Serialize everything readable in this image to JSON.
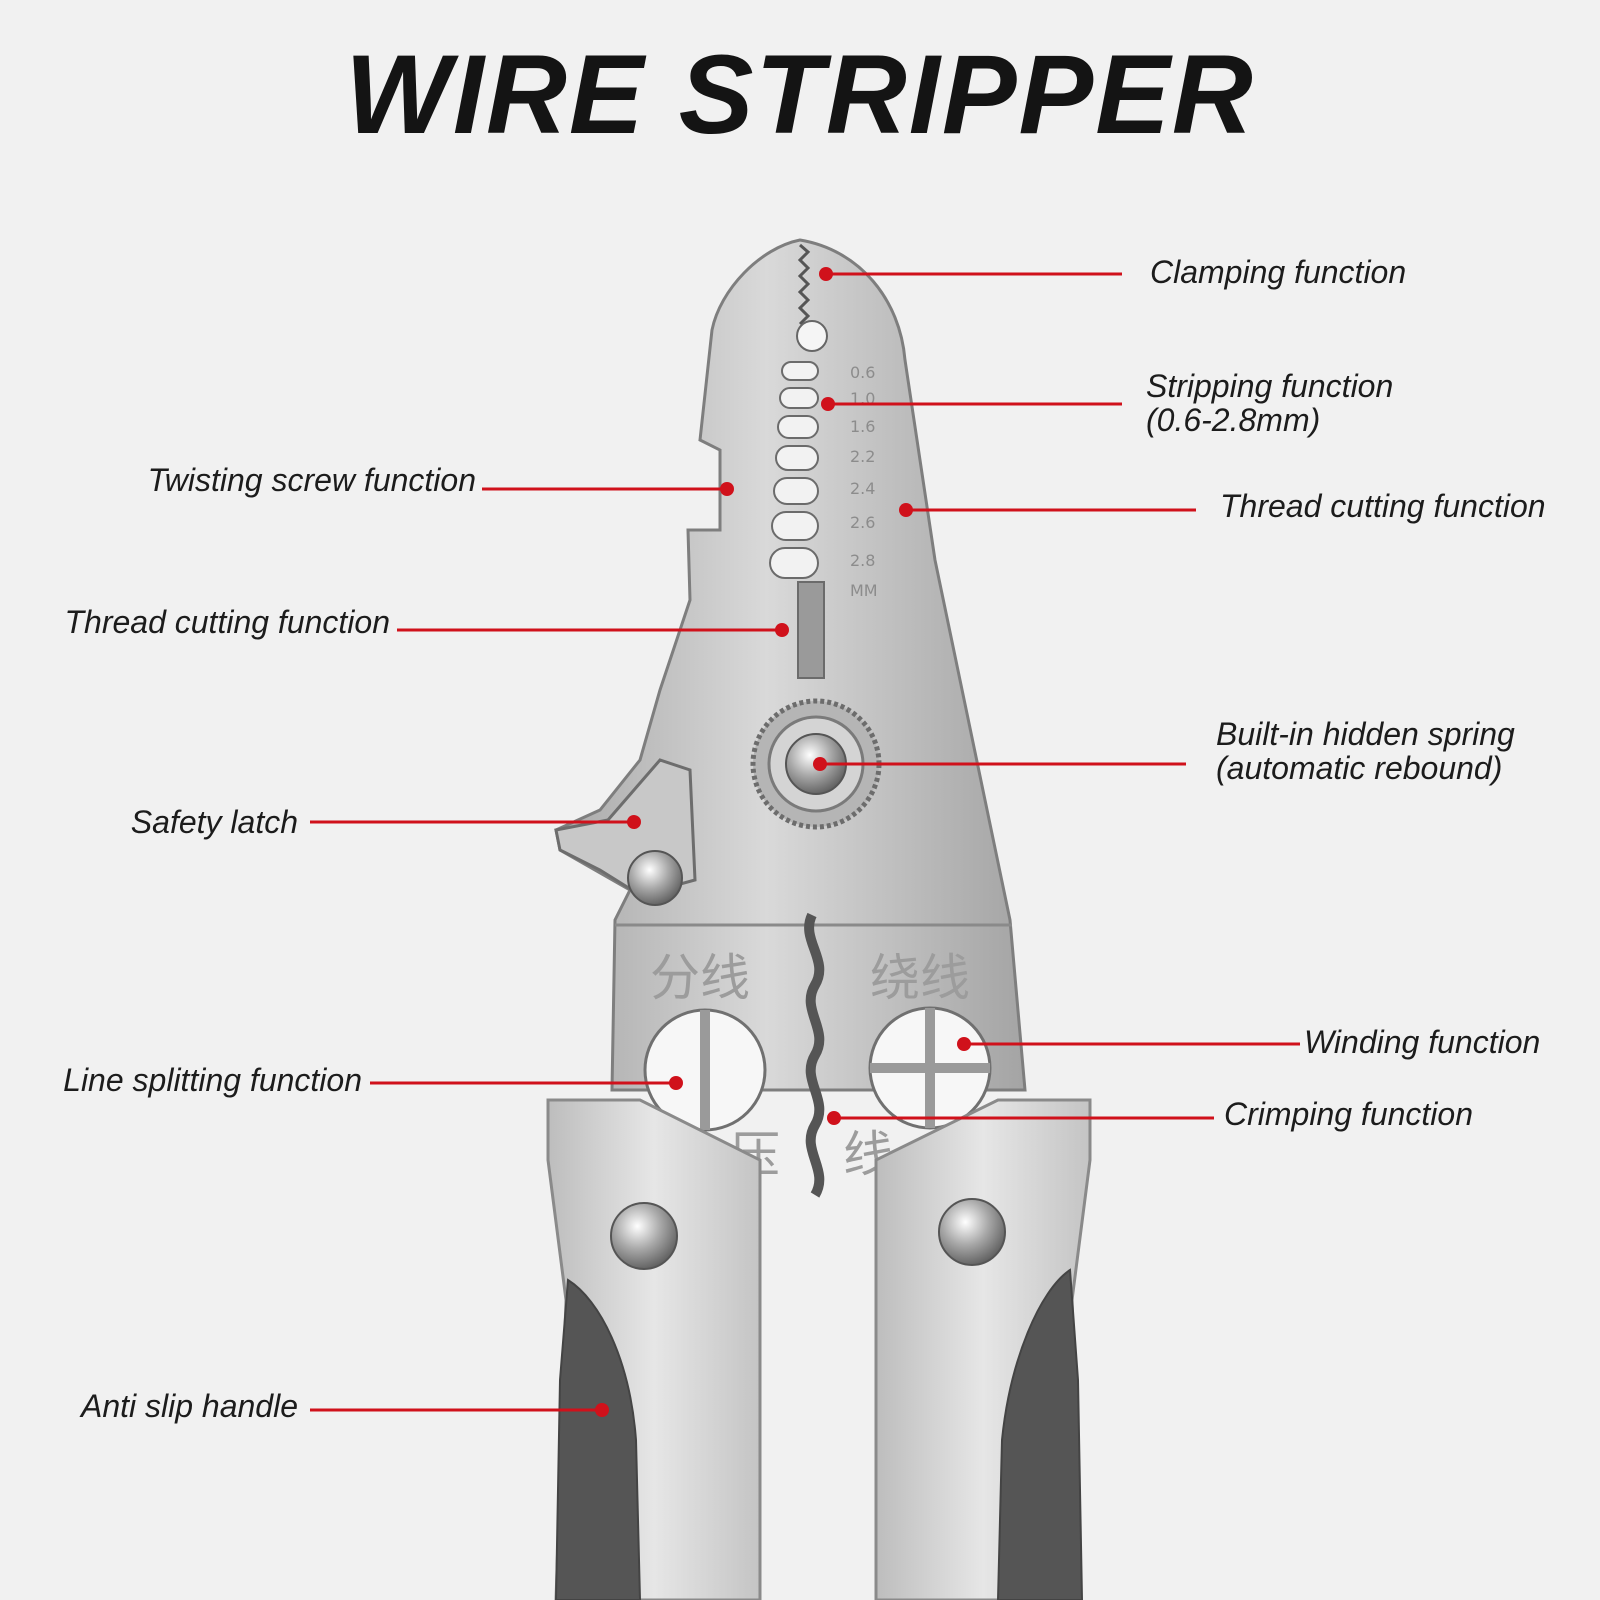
{
  "title": "WIRE STRIPPER",
  "colors": {
    "accent": "#d0111b",
    "steel": "#c9c9c9",
    "handle_light": "#d6d6d6",
    "handle_grip": "#555555"
  },
  "scale_marks": [
    "0.6",
    "1.0",
    "1.6",
    "2.2",
    "2.4",
    "2.6",
    "2.8",
    "MM"
  ],
  "engravings": {
    "split": "分线",
    "wind": "绕线",
    "crimp_left": "压",
    "crimp_right": "线"
  },
  "callouts": {
    "clamping": {
      "lines": [
        "Clamping function"
      ]
    },
    "stripping": {
      "lines": [
        "Stripping function",
        "(0.6-2.8mm)"
      ]
    },
    "twisting": {
      "lines": [
        "Twisting screw function"
      ]
    },
    "thread_cut_right": {
      "lines": [
        "Thread cutting function"
      ]
    },
    "thread_cut_left": {
      "lines": [
        "Thread cutting function"
      ]
    },
    "spring": {
      "lines": [
        "Built-in hidden spring",
        "(automatic rebound)"
      ]
    },
    "latch": {
      "lines": [
        "Safety latch"
      ]
    },
    "winding": {
      "lines": [
        "Winding function"
      ]
    },
    "splitting": {
      "lines": [
        "Line splitting function"
      ]
    },
    "crimping": {
      "lines": [
        "Crimping function"
      ]
    },
    "handle": {
      "lines": [
        "Anti slip handle"
      ]
    }
  }
}
